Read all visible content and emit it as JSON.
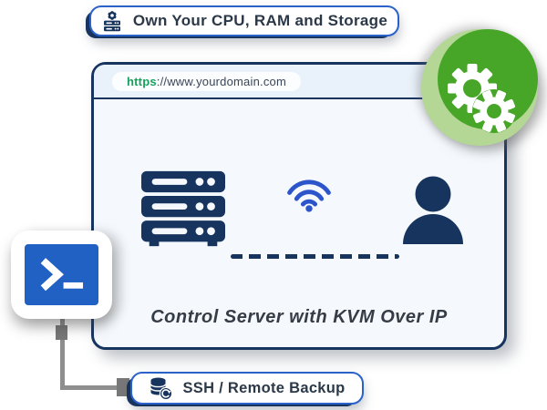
{
  "top_badge": {
    "label": "Own Your CPU, RAM and Storage",
    "icon": "server-gear-icon"
  },
  "bottom_badge": {
    "label": "SSH / Remote Backup",
    "icon": "database-sync-icon"
  },
  "browser": {
    "url": {
      "scheme": "https",
      "host": "://www.yourdomain.com"
    },
    "caption": "Control Server with KVM Over IP",
    "icons": [
      "server-rack-icon",
      "wifi-icon",
      "user-icon"
    ]
  },
  "floating_icons": [
    "gears-icon",
    "terminal-icon"
  ],
  "colors": {
    "navy": "#17345f",
    "badge_border_blue": "#2a62c9",
    "terminal_blue": "#2161c3",
    "wifi_blue": "#2c55cb",
    "green_main": "#47a628",
    "green_light": "#b4d795",
    "url_scheme_green": "#17a05c",
    "url_host_text": "#3b4656",
    "caption_text": "#363c46",
    "badge_text": "#2b3848",
    "header_bg": "#e9f1fa",
    "body_bg": "#f5f9fd",
    "connector_gray": "#8e8e8e"
  }
}
